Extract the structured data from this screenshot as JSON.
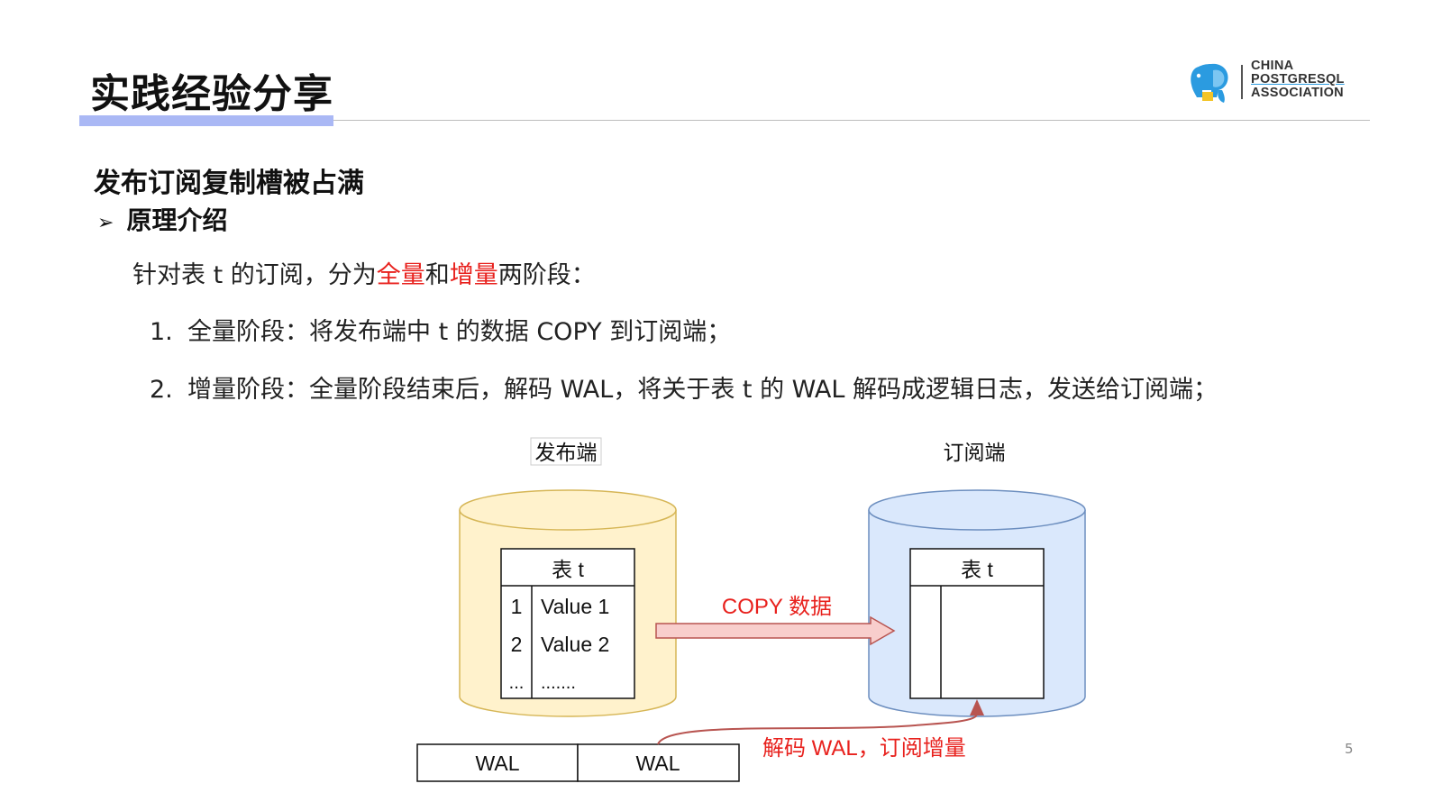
{
  "slide": {
    "title": "实践经验分享",
    "page_number": "5",
    "colors": {
      "accent_bar": "#aab8f5",
      "highlight_red": "#e8211d"
    }
  },
  "logo": {
    "icon": "elephant-logo-icon",
    "line1": "CHINA",
    "line2": "POSTGRESQL",
    "line3": "ASSOCIATION"
  },
  "section": {
    "title": "发布订阅复制槽被占满",
    "subheading_bullet": "➢",
    "subheading": "原理介绍"
  },
  "content": {
    "intro": {
      "prefix": "针对表 t 的订阅，分为",
      "highlight1": "全量",
      "middle": "和",
      "highlight2": "增量",
      "suffix": "两阶段："
    },
    "items": [
      {
        "number": "1.",
        "text": "全量阶段：将发布端中 t 的数据 COPY 到订阅端；"
      },
      {
        "number": "2.",
        "text": "增量阶段：全量阶段结束后，解码 WAL，将关于表 t 的 WAL 解码成逻辑日志，发送给订阅端；"
      }
    ]
  },
  "diagram": {
    "publisher_label": "发布端",
    "subscriber_label": "订阅端",
    "publisher_table": {
      "title": "表 t",
      "rows": [
        {
          "id": "1",
          "value": "Value 1"
        },
        {
          "id": "2",
          "value": "Value 2"
        },
        {
          "id": "...",
          "value": "......."
        }
      ]
    },
    "subscriber_table": {
      "title": "表 t"
    },
    "copy_arrow_label": "COPY 数据",
    "wal_arrow_label": "解码 WAL，订阅增量",
    "wal_segments": [
      "WAL",
      "WAL"
    ],
    "colors": {
      "publisher_fill": "#fff2cc",
      "publisher_stroke": "#d6b656",
      "subscriber_fill": "#dae8fc",
      "subscriber_stroke": "#6c8ebf",
      "arrow_fill": "#f8cecc",
      "arrow_stroke": "#b85450"
    }
  }
}
